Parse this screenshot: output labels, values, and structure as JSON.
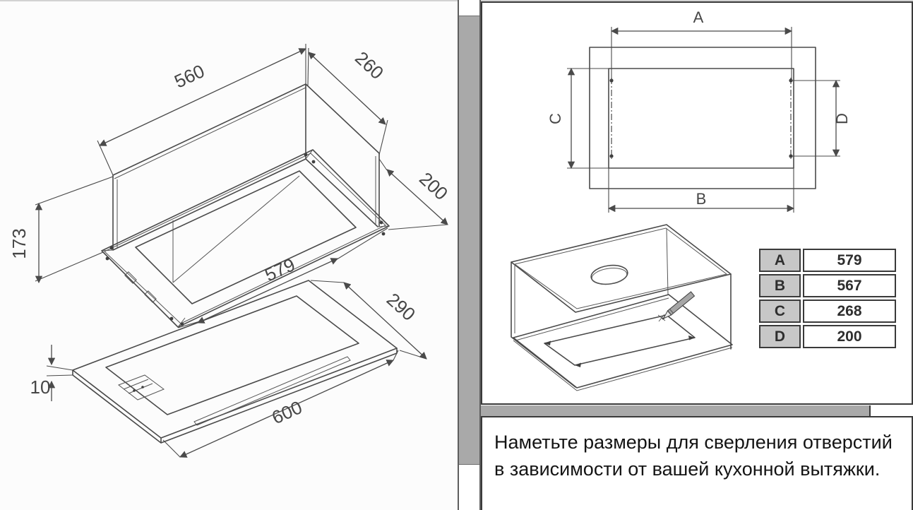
{
  "page": {
    "background": "#fcfcfc",
    "accent_gray": "#a9a9a9",
    "panel_border": "#3a3a3a",
    "line_color": "#4a4a4a",
    "table_label_bg": "#c7c7c7"
  },
  "left_drawing": {
    "dims": {
      "top_width": "560",
      "top_depth": "260",
      "bottom_depth": "200",
      "height": "173",
      "flange_length": "579",
      "panel_depth": "290",
      "panel_thickness": "10",
      "panel_length": "600"
    }
  },
  "plan": {
    "labels": {
      "a": "A",
      "b": "B",
      "c": "C",
      "d": "D"
    }
  },
  "table": {
    "rows": [
      {
        "label": "A",
        "value": "579"
      },
      {
        "label": "B",
        "value": "567"
      },
      {
        "label": "C",
        "value": "268"
      },
      {
        "label": "D",
        "value": "200"
      }
    ]
  },
  "caption": {
    "line1": "Наметьте размеры для сверления отверстий",
    "line2": "в зависимости от вашей кухонной вытяжки."
  }
}
